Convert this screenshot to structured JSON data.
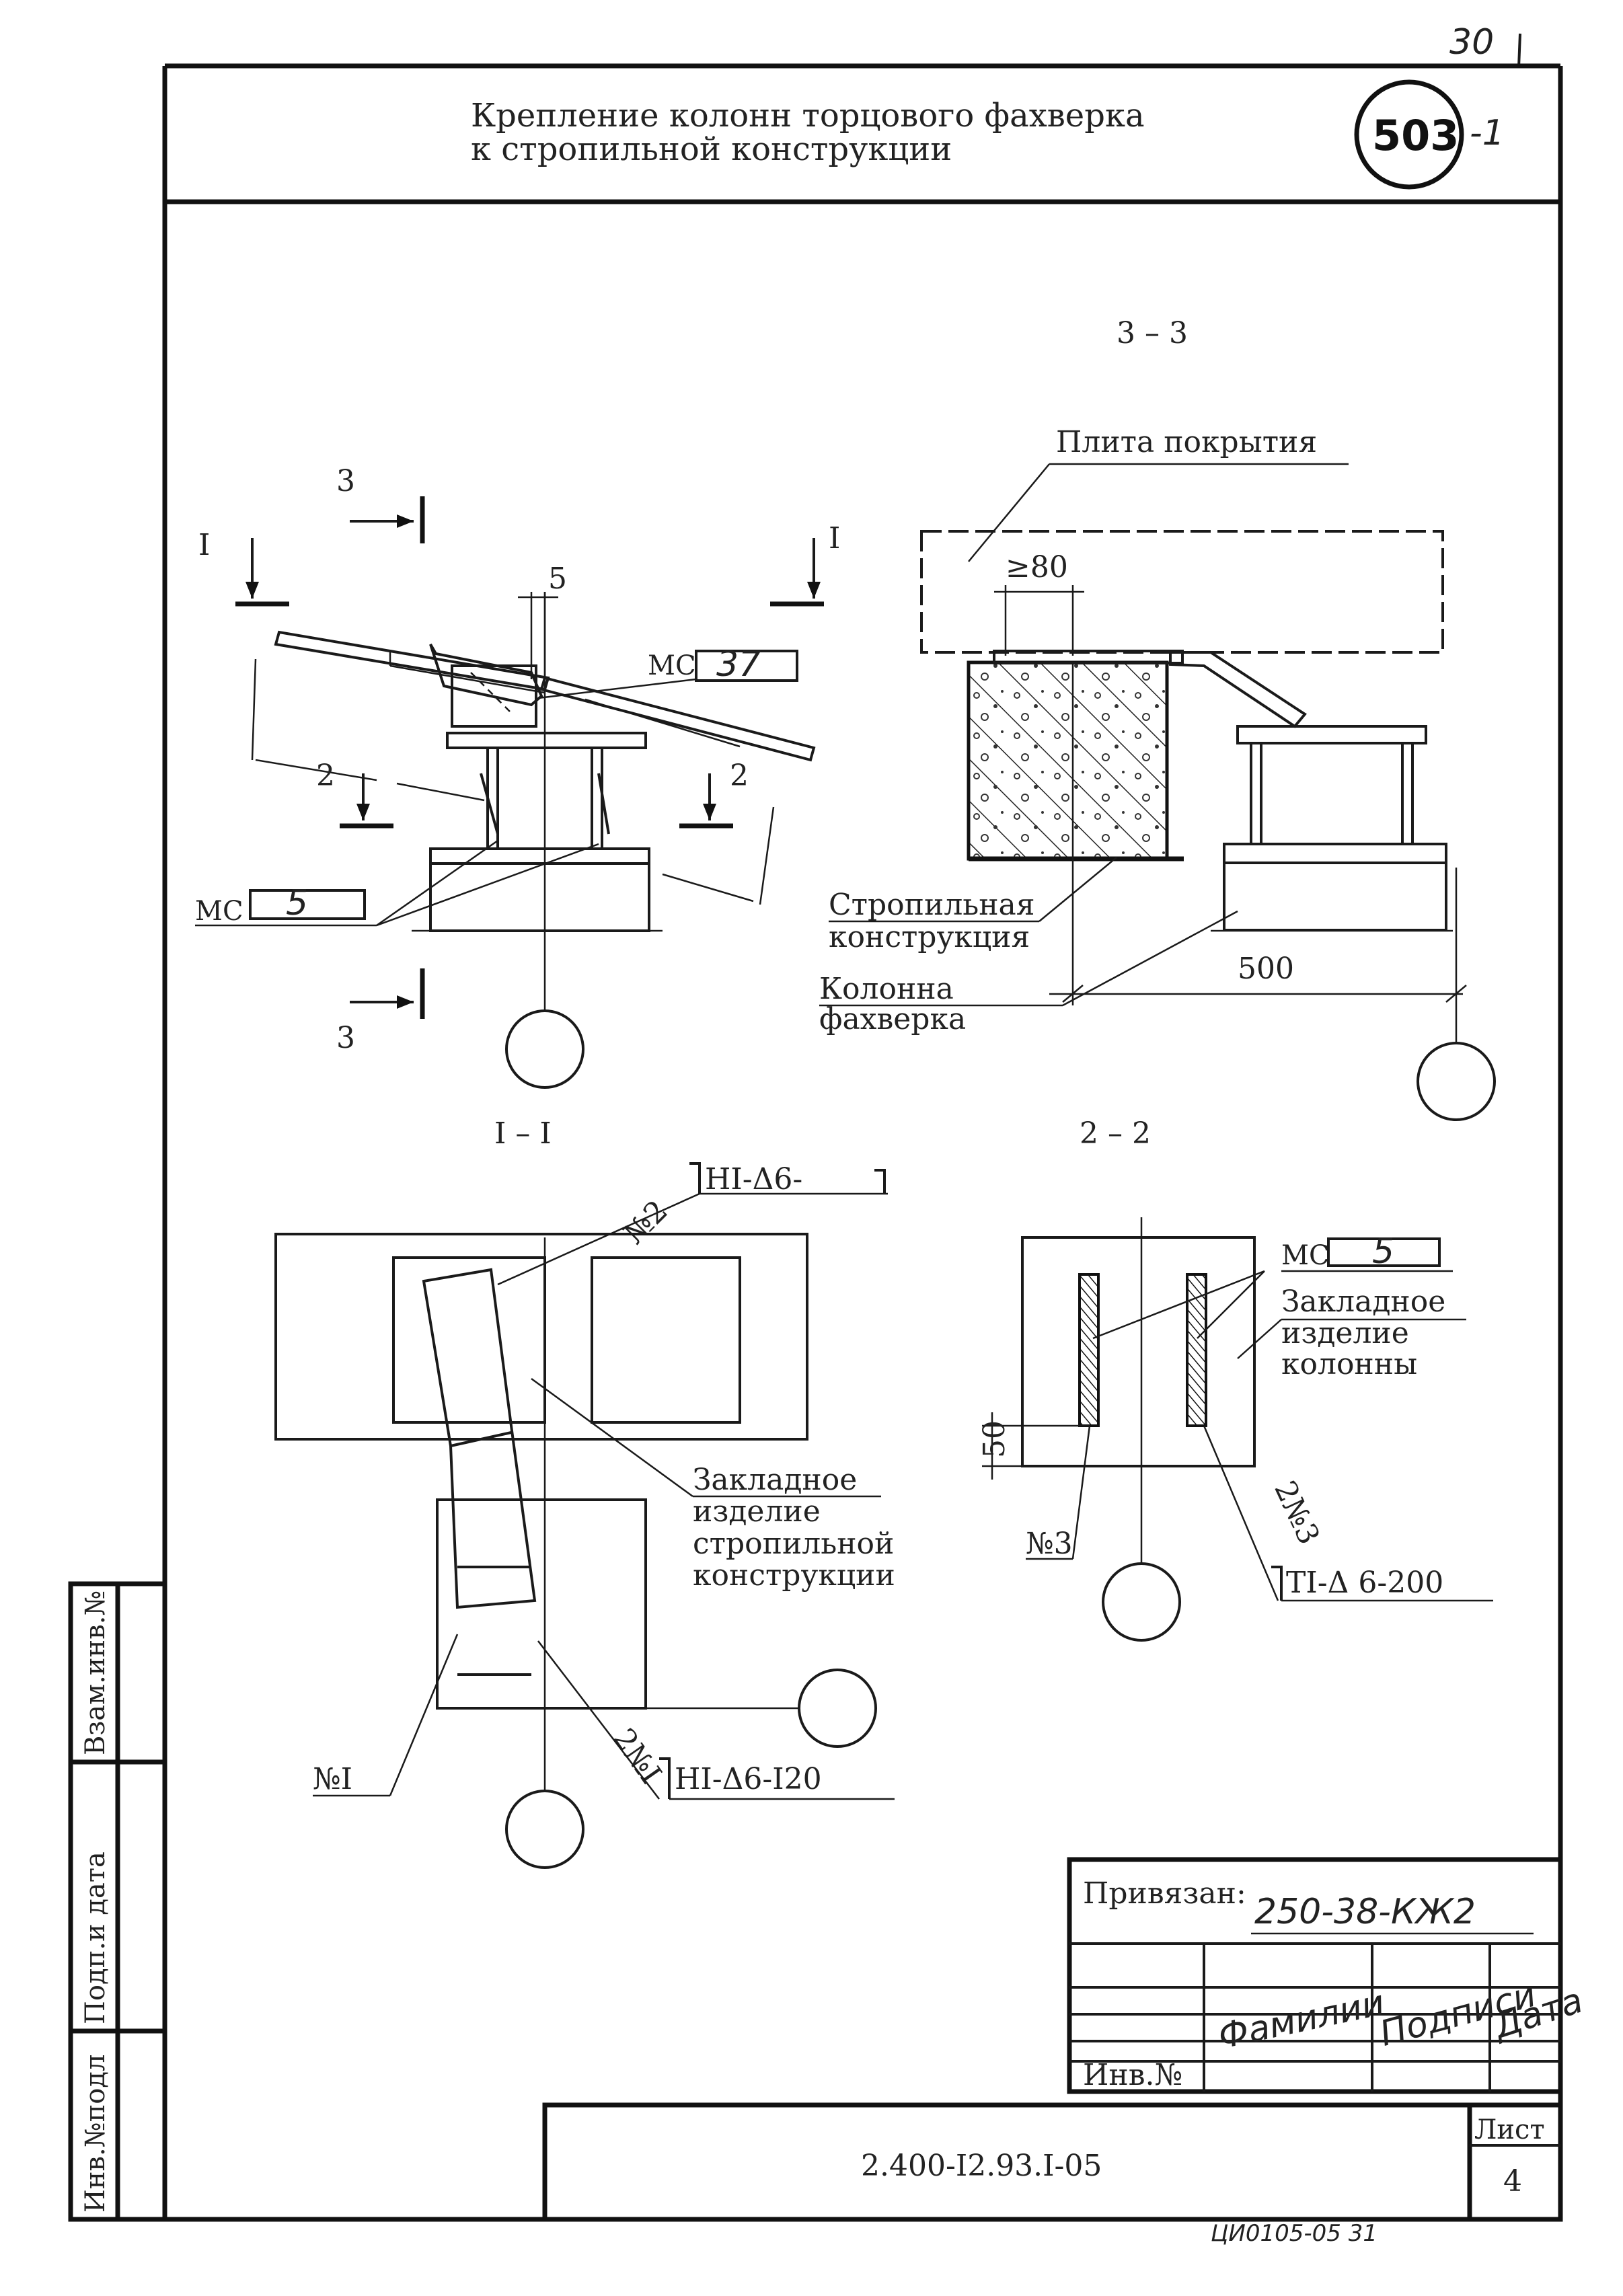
{
  "page_number": "30",
  "header": {
    "title_line1": "Крепление колонн  торцового фахверка",
    "title_line2": "к стропильной конструкции",
    "badge_number": "503",
    "badge_suffix": "-1"
  },
  "section_3_3": {
    "title": "3 – 3",
    "label_slab": "Плита покрытия",
    "dim_80": "≥80",
    "label_truss_1": "Стропильная",
    "label_truss_2": "конструкция",
    "label_column_1": "Колонна",
    "label_column_2": "фахверка",
    "dim_500": "500"
  },
  "elevation": {
    "cut3_top": "3",
    "cut3_bottom": "3",
    "cut1_left": "I",
    "cut1_right": "I",
    "cut2_left": "2",
    "cut2_right": "2",
    "dim_5": "5",
    "ms_top_prefix": "МС",
    "ms_top_value": "37",
    "ms_bottom_prefix": "МС",
    "ms_bottom_value": "5"
  },
  "section_I_I": {
    "title": "I – I",
    "weld_top_part": "№2",
    "weld_top_spec": "НI-Δ6-",
    "label_embed_1": "Закладное",
    "label_embed_2": "изделие",
    "label_embed_3": "стропильной",
    "label_embed_4": "конструкции",
    "part_1": "№I",
    "part_2_no1": "2№I",
    "weld_bottom_spec": "НI-Δ6-I20"
  },
  "section_2_2": {
    "title": "2 – 2",
    "ms_prefix": "МС",
    "ms_value": "5",
    "label_embed_1": "Закладное",
    "label_embed_2": "изделие",
    "label_embed_3": "колонны",
    "dim_50": "50",
    "part_3": "№3",
    "part_2_no3": "2№3",
    "weld_spec": "ТI-Δ 6-200"
  },
  "side_stamp": {
    "col1": "Инв.№подл",
    "col2": "Подп.и дата",
    "col3": "Взам.инв.№"
  },
  "binding_table": {
    "label": "Привязан:",
    "value": "250-38-КЖ2",
    "col_family": "Фамилии",
    "col_sign": "Подписи",
    "col_date": "Дата",
    "inv_label": "Инв.№"
  },
  "title_block": {
    "doc_code": "2.400-I2.93.I-05",
    "sheet_label": "Лист",
    "sheet_number": "4"
  },
  "footer_stamp": "ЦИ0105-05    31"
}
